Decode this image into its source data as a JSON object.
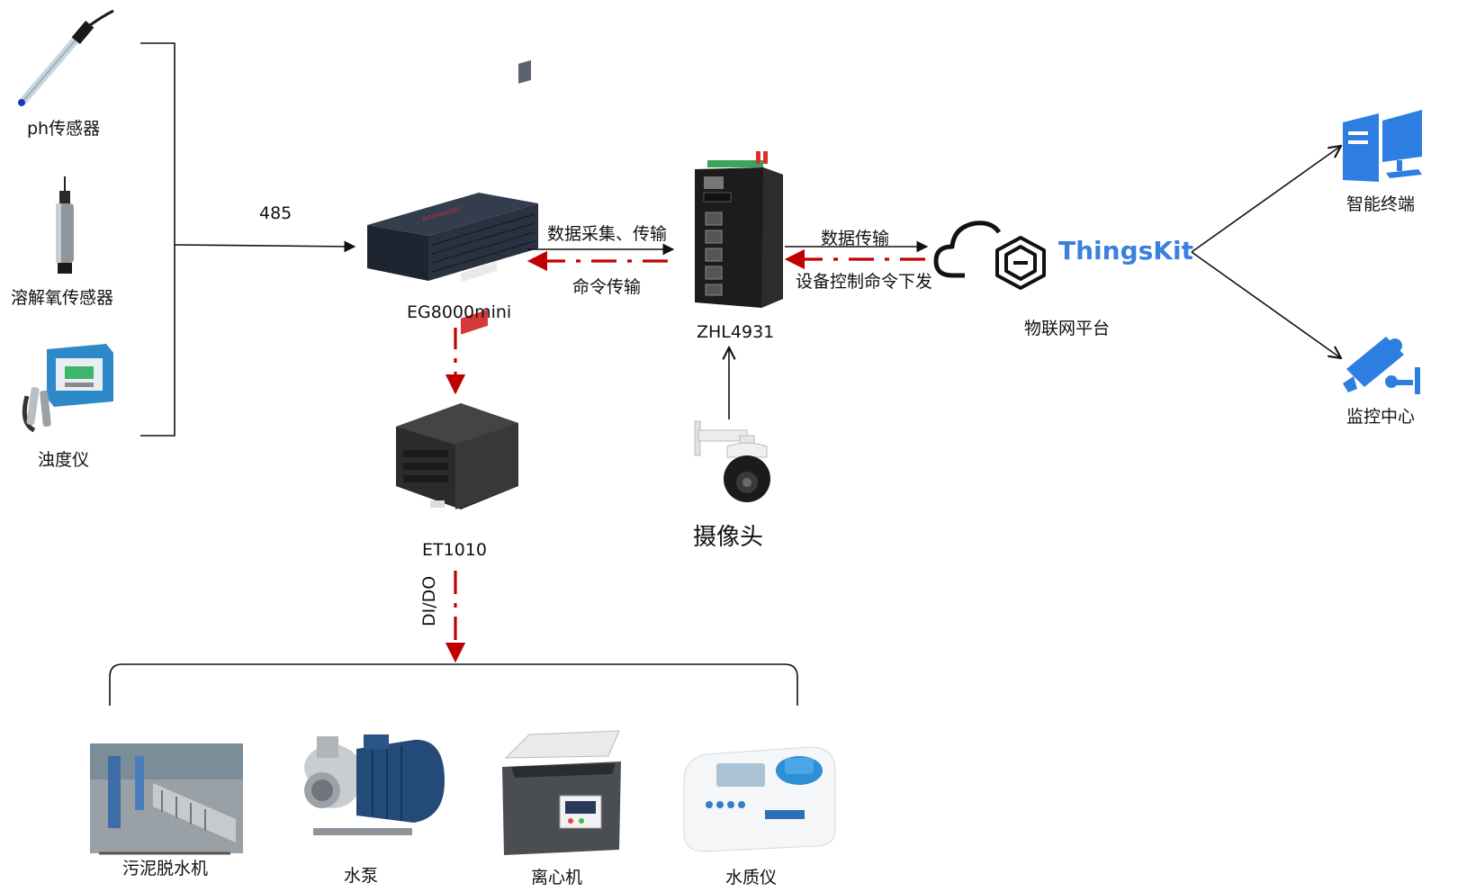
{
  "sensors": {
    "ph": "ph传感器",
    "do": "溶解氧传感器",
    "turbidity": "浊度仪"
  },
  "links": {
    "rs485": "485",
    "collect": "数据采集、传输",
    "command": "命令传输",
    "transfer": "数据传输",
    "control": "设备控制命令下发",
    "dido": "DI/DO"
  },
  "devices": {
    "gateway": "EG8000mini",
    "io": "ET1010",
    "switch": "ZHL4931",
    "camera": "摄像头"
  },
  "platform": {
    "brand": "ThingsKit",
    "name": "物联网平台"
  },
  "clients": {
    "terminal": "智能终端",
    "monitor": "监控中心"
  },
  "equipment": {
    "dewater": "污泥脱水机",
    "pump": "水泵",
    "centrifuge": "离心机",
    "analyzer": "水质仪"
  },
  "colors": {
    "line": "#111111",
    "control": "#c00000",
    "accent": "#3b7fe0"
  }
}
